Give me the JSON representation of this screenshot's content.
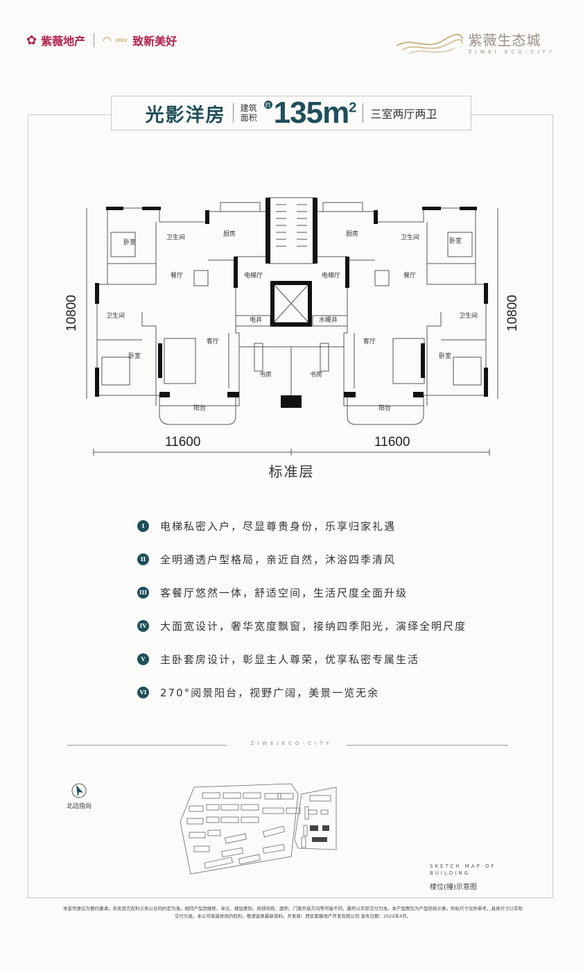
{
  "header": {
    "brand": "紫薇地产",
    "year": "2022",
    "slogan": "致新美好",
    "eco_city_cn": "紫薇生态城",
    "eco_city_en": "ZIWEI ECO-CITY"
  },
  "title": {
    "name": "光影洋房",
    "area_label_1": "建筑",
    "area_label_2": "面积",
    "approx": "约",
    "area": "135",
    "unit": "m",
    "unit_sup": "2",
    "rooms": "三室两厅两卫"
  },
  "plan": {
    "left_rooms": [
      "卧室",
      "卫生间",
      "厨房",
      "餐厅",
      "电梯厅",
      "电井",
      "卫生间",
      "客厅",
      "卧室",
      "书房",
      "阳台"
    ],
    "right_rooms": [
      "厨房",
      "卫生间",
      "卧室",
      "电梯厅",
      "餐厅",
      "水暖井",
      "卫生间",
      "客厅",
      "卧室",
      "书房",
      "阳台"
    ],
    "dim_height_left": "10800",
    "dim_height_right": "10800",
    "dim_width_left": "11600",
    "dim_width_right": "11600",
    "floor_label": "标准层"
  },
  "features": [
    {
      "num": "I",
      "text": "电梯私密入户，尽显尊贵身份，乐享归家礼遇"
    },
    {
      "num": "II",
      "text": "全明通透户型格局，亲近自然，沐浴四季清风"
    },
    {
      "num": "III",
      "text": "客餐厅悠然一体，舒适空间，生活尺度全面升级"
    },
    {
      "num": "IV",
      "text": "大面宽设计，奢华宽度飘窗，接纳四季阳光，演绎全明尺度"
    },
    {
      "num": "V",
      "text": "主卧套房设计，彰显主人尊荣，优享私密专属生活"
    },
    {
      "num": "VI",
      "text": "270°阅景阳台，视野广阔，美景一览无余"
    }
  ],
  "site": {
    "divider_text": "ZIWEIECO-CITY",
    "north_label": "北边指向",
    "sketch_en_1": "SKETCH MAP OF",
    "sketch_en_2": "BUILDING",
    "sketch_cn": "楼位(幢)示意图"
  },
  "disclaimer": "本宣传册仅为要约邀请，买卖双方权利义务以合同约定为准。相同户型因楼栋、单元、楼层差别，局部结构、面积、门窗开启方向等可能不同，最终以实际交付为准。本户型图仅为户型结构示意，所标尺寸仅供参考，具体尺寸以实际交付为准。本公司保留修改的权利，敬请留意最新资料。开发商：西安紫薇地产开发有限公司 发布日期：2022年4月。",
  "colors": {
    "accent": "#1e4f5a",
    "brand": "#b0204a",
    "gold": "#c9a45c"
  }
}
